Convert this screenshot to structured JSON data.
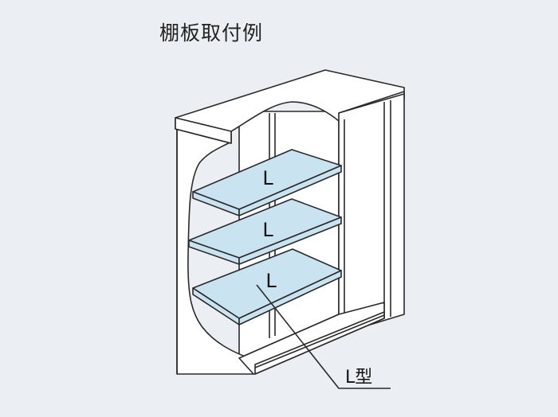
{
  "title": "棚板取付例",
  "shelves": [
    {
      "label": "L"
    },
    {
      "label": "L"
    },
    {
      "label": "L"
    }
  ],
  "callout": {
    "label": "L型"
  },
  "colors": {
    "background": "#ebeef2",
    "cabinet": "#ffffff",
    "shelf": "#c9e3f0",
    "line": "#2a2a2a"
  }
}
